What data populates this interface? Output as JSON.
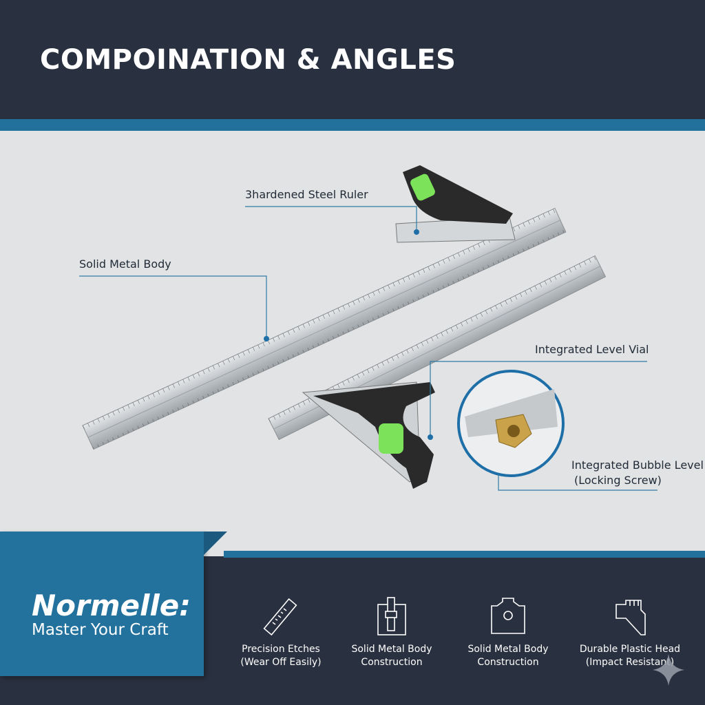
{
  "header": {
    "title": "COMPOINATION & ANGLES"
  },
  "callouts": [
    {
      "label": "3hardened Steel Ruler"
    },
    {
      "label": "Solid Metal Body"
    },
    {
      "label": "Integrated Level Vial"
    },
    {
      "label_line1": "Integrated Bubble Level",
      "label_line2": "(Locking Screw)"
    }
  ],
  "brand": {
    "name": "Normelle:",
    "tagline": "Master Your Craft"
  },
  "features": [
    {
      "icon": "ruler-icon",
      "line1": "Precision Etches",
      "line2": "(Wear Off Easily)"
    },
    {
      "icon": "metal-body-icon",
      "line1": "Solid Metal Body",
      "line2": "Construction"
    },
    {
      "icon": "metal-head-icon",
      "line1": "Solid Metal Body",
      "line2": "Construction"
    },
    {
      "icon": "plastic-head-icon",
      "line1": "Durable Plastic Head",
      "line2": "(Impact Resistant)"
    }
  ],
  "colors": {
    "navy": "#29303f",
    "blue": "#22709c",
    "accent_dot": "#1e6fa8"
  }
}
